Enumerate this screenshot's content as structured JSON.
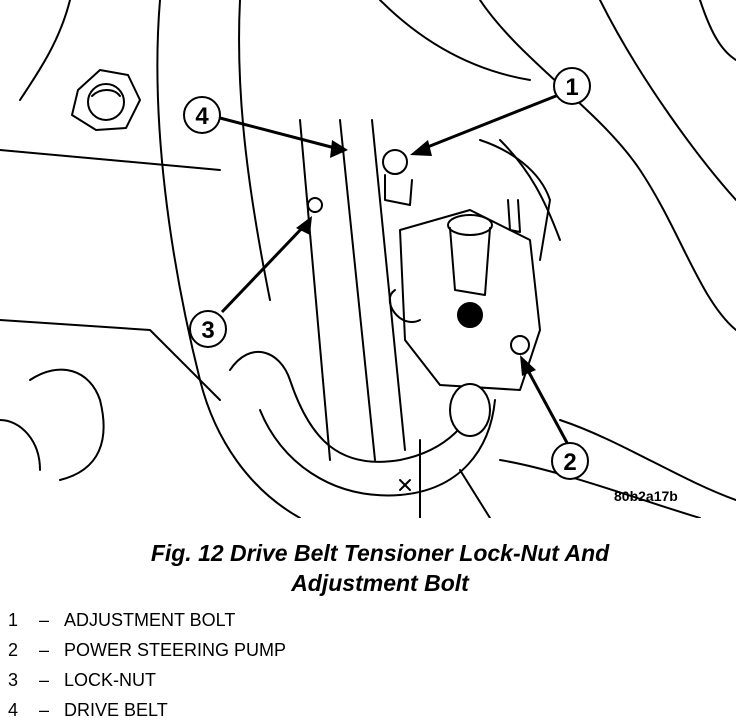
{
  "figure": {
    "callouts": [
      "1",
      "2",
      "3",
      "4"
    ],
    "image_id": "80b2a17b"
  },
  "caption": {
    "line1": "Fig. 12 Drive Belt Tensioner Lock-Nut And",
    "line2": "Adjustment Bolt"
  },
  "legend": [
    {
      "num": "1",
      "dash": "–",
      "label": "ADJUSTMENT BOLT"
    },
    {
      "num": "2",
      "dash": "–",
      "label": "POWER STEERING PUMP"
    },
    {
      "num": "3",
      "dash": "–",
      "label": "LOCK-NUT"
    },
    {
      "num": "4",
      "dash": "–",
      "label": "DRIVE BELT"
    }
  ]
}
